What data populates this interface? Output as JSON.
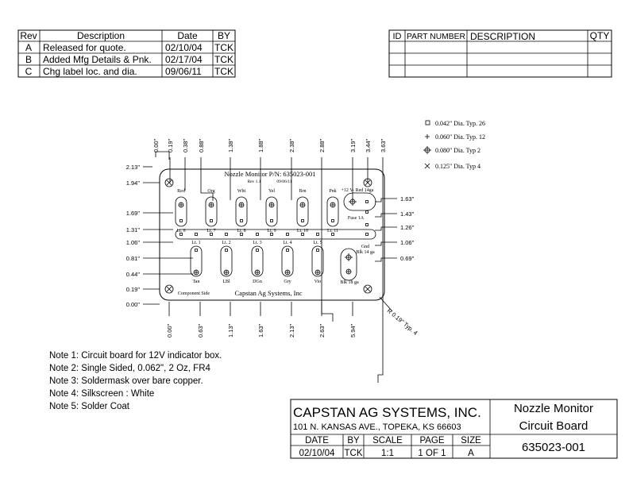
{
  "revision_table": {
    "headers": [
      "Rev",
      "Description",
      "Date",
      "BY"
    ],
    "rows": [
      {
        "rev": "A",
        "description": "Released for quote.",
        "date": "02/10/04",
        "by": "TCK"
      },
      {
        "rev": "B",
        "description": "Added Mfg Details & Pnk.",
        "date": "02/17/04",
        "by": "TCK"
      },
      {
        "rev": "C",
        "description": "Chg label loc. and dia.",
        "date": "09/06/11",
        "by": "TCK"
      }
    ]
  },
  "parts_table": {
    "headers": [
      "ID",
      "PART NUMBER",
      "DESCRIPTION",
      "QTY"
    ]
  },
  "hole_legend": [
    "0.042\" Dia. Typ. 26",
    "0.060\" Dia. Typ. 12",
    "0.080\" Dia. Typ 2",
    "0.125\" Dia. Typ 4"
  ],
  "dimensions": {
    "top": [
      "0.00\"",
      "0.19\"",
      "0.38\"",
      "0.88\"",
      "1.38\"",
      "1.88\"",
      "2.38\"",
      "2.88\"",
      "3.19\"",
      "3.44\"",
      "3.63\""
    ],
    "left": [
      "2.13\"",
      "1.94\"",
      "1.69\"",
      "1.31\"",
      "1.06\"",
      "0.81\"",
      "0.44\"",
      "0.19\"",
      "0.00\""
    ],
    "right": [
      "1.63\"",
      "1.43\"",
      "1.26\"",
      "1.06\"",
      "0.69\""
    ],
    "bottom": [
      "0.00\"",
      "0.63\"",
      "1.13\"",
      "1.63\"",
      "2.13\"",
      "2.63\"",
      "5.94\""
    ],
    "radius": "R 0.19\" Typ. 4"
  },
  "board": {
    "title": "Nozzle Monitor  P/N: 635023-001",
    "rev": "Rev 1.1",
    "date": "09/06/11",
    "top_colors": [
      "Red",
      "Org",
      "Wht",
      "Yel",
      "Brn",
      "Pnk"
    ],
    "top_lights": [
      "Lt. 6",
      "Lt. 7",
      "Lt. 8",
      "Lt. 9",
      "Lt. 10",
      "Lt. 11"
    ],
    "bottom_lights": [
      "Lt. 1",
      "Lt. 2",
      "Lt. 3",
      "Lt. 4",
      "Lt. 5"
    ],
    "bottom_colors": [
      "Tan",
      "LBl",
      "DGn",
      "Gry",
      "Vio"
    ],
    "power_label": "+12 V- Red 14ga",
    "fuse_label": "Fuse 1A",
    "gnd_label": "Gnd",
    "gnd_wire": "Blk 14 ga",
    "gnd_wire2": "Blk 18 ga",
    "side_label": "Component Side",
    "company": "Capstan Ag Systems, Inc"
  },
  "notes": [
    "Note 1: Circuit board for 12V indicator box.",
    "Note 2: Single Sided, 0.062\", 2 Oz, FR4",
    "Note 3: Soldermask over bare copper.",
    "Note 4: Silkscreen : White",
    "Note 5: Solder Coat"
  ],
  "title_block": {
    "company": "CAPSTAN AG SYSTEMS, INC.",
    "address": "101 N. KANSAS AVE., TOPEKA, KS 66603",
    "headers": [
      "DATE",
      "BY",
      "SCALE",
      "PAGE",
      "SIZE"
    ],
    "values": [
      "02/10/04",
      "TCK",
      "1:1",
      "1 OF 1",
      "A"
    ],
    "title_line1": "Nozzle Monitor",
    "title_line2": "Circuit Board",
    "part_number": "635023-001"
  }
}
